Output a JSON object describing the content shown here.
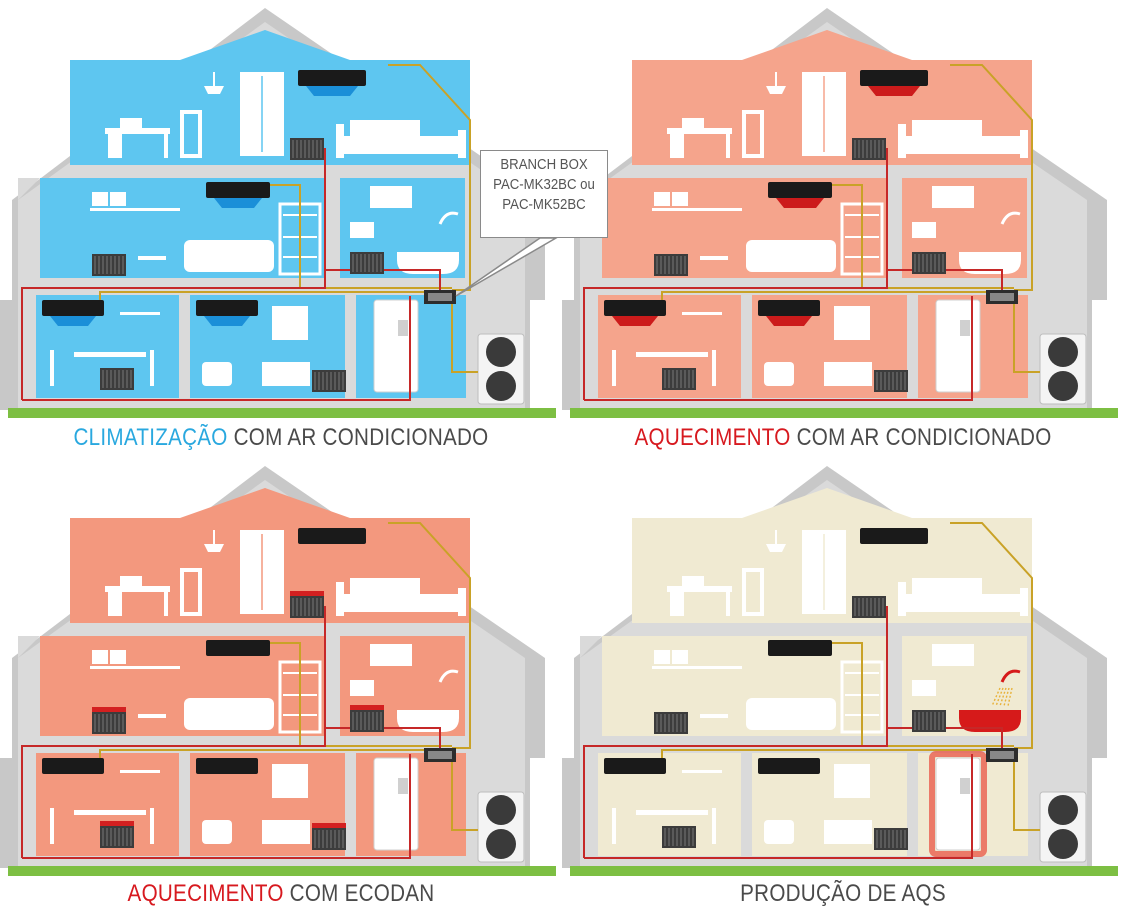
{
  "panels": [
    {
      "id": "cooling",
      "caption_highlight": "CLIMATIZAÇÃO",
      "caption_rest": " COM AR CONDICIONADO",
      "highlight_color": "#29a8df",
      "room_color": "#5ec6f0",
      "ac_flow": "cool",
      "radiators_active": false,
      "bath_active": false,
      "tank_glow": false
    },
    {
      "id": "heating-ac",
      "caption_highlight": "AQUECIMENTO",
      "caption_rest": " COM AR CONDICIONADO",
      "highlight_color": "#d7191f",
      "room_color": "#f5a48c",
      "ac_flow": "heat",
      "radiators_active": false,
      "bath_active": false,
      "tank_glow": false
    },
    {
      "id": "heating-ecodan",
      "caption_highlight": "AQUECIMENTO",
      "caption_rest": " COM ECODAN",
      "highlight_color": "#d7191f",
      "room_color": "#f3987e",
      "ac_flow": "none",
      "radiators_active": true,
      "bath_active": false,
      "tank_glow": false
    },
    {
      "id": "dhw",
      "caption_highlight": "",
      "caption_rest": "PRODUÇÃO DE AQS",
      "highlight_color": "#d7191f",
      "room_color": "#f0ead2",
      "ac_flow": "none",
      "radiators_active": false,
      "bath_active": true,
      "tank_glow": true
    }
  ],
  "callout": {
    "line1": "BRANCH BOX",
    "line2": "PAC-MK32BC ou",
    "line3": "PAC-MK52BC"
  },
  "colors": {
    "house_wall": "#cfcfcf",
    "grass": "#7dbf43",
    "pipe_red": "#c62828",
    "pipe_gold": "#c9a227",
    "ac_unit": "#1a1a1a"
  }
}
